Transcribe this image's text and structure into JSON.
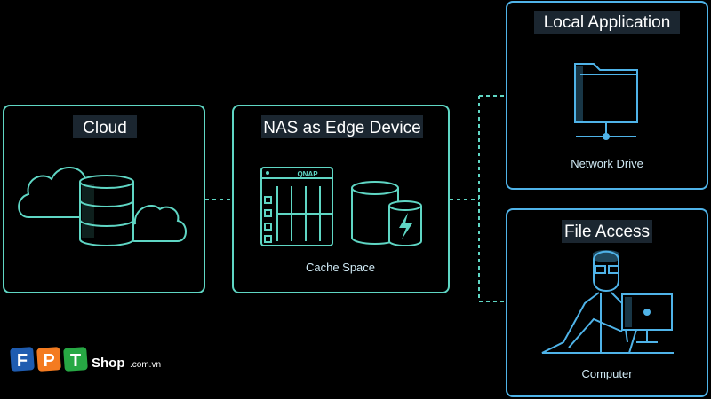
{
  "colors": {
    "background": "#000000",
    "teal": "#5fd6c4",
    "blue": "#4fb3e8",
    "label_band": "#1b2630",
    "fpt_blue": "#1f5cb0",
    "fpt_orange": "#f47b20",
    "fpt_green": "#27a844"
  },
  "cloud_box": {
    "title": "Cloud",
    "icon": "cloud-database-icon"
  },
  "nas_box": {
    "title": "NAS as Edge Device",
    "caption": "Cache Space",
    "brand": "QNAP",
    "icons": [
      "nas-device-icon",
      "cache-drive-icon",
      "lightning-icon"
    ]
  },
  "local_app_box": {
    "title": "Local Application",
    "caption": "Network Drive",
    "icon": "network-folder-icon"
  },
  "file_access_box": {
    "title": "File Access",
    "caption": "Computer",
    "icon": "person-at-computer-icon"
  },
  "watermark": {
    "logo_letters": [
      "F",
      "P",
      "T"
    ],
    "shop": "Shop",
    "domain": ".com.vn"
  }
}
